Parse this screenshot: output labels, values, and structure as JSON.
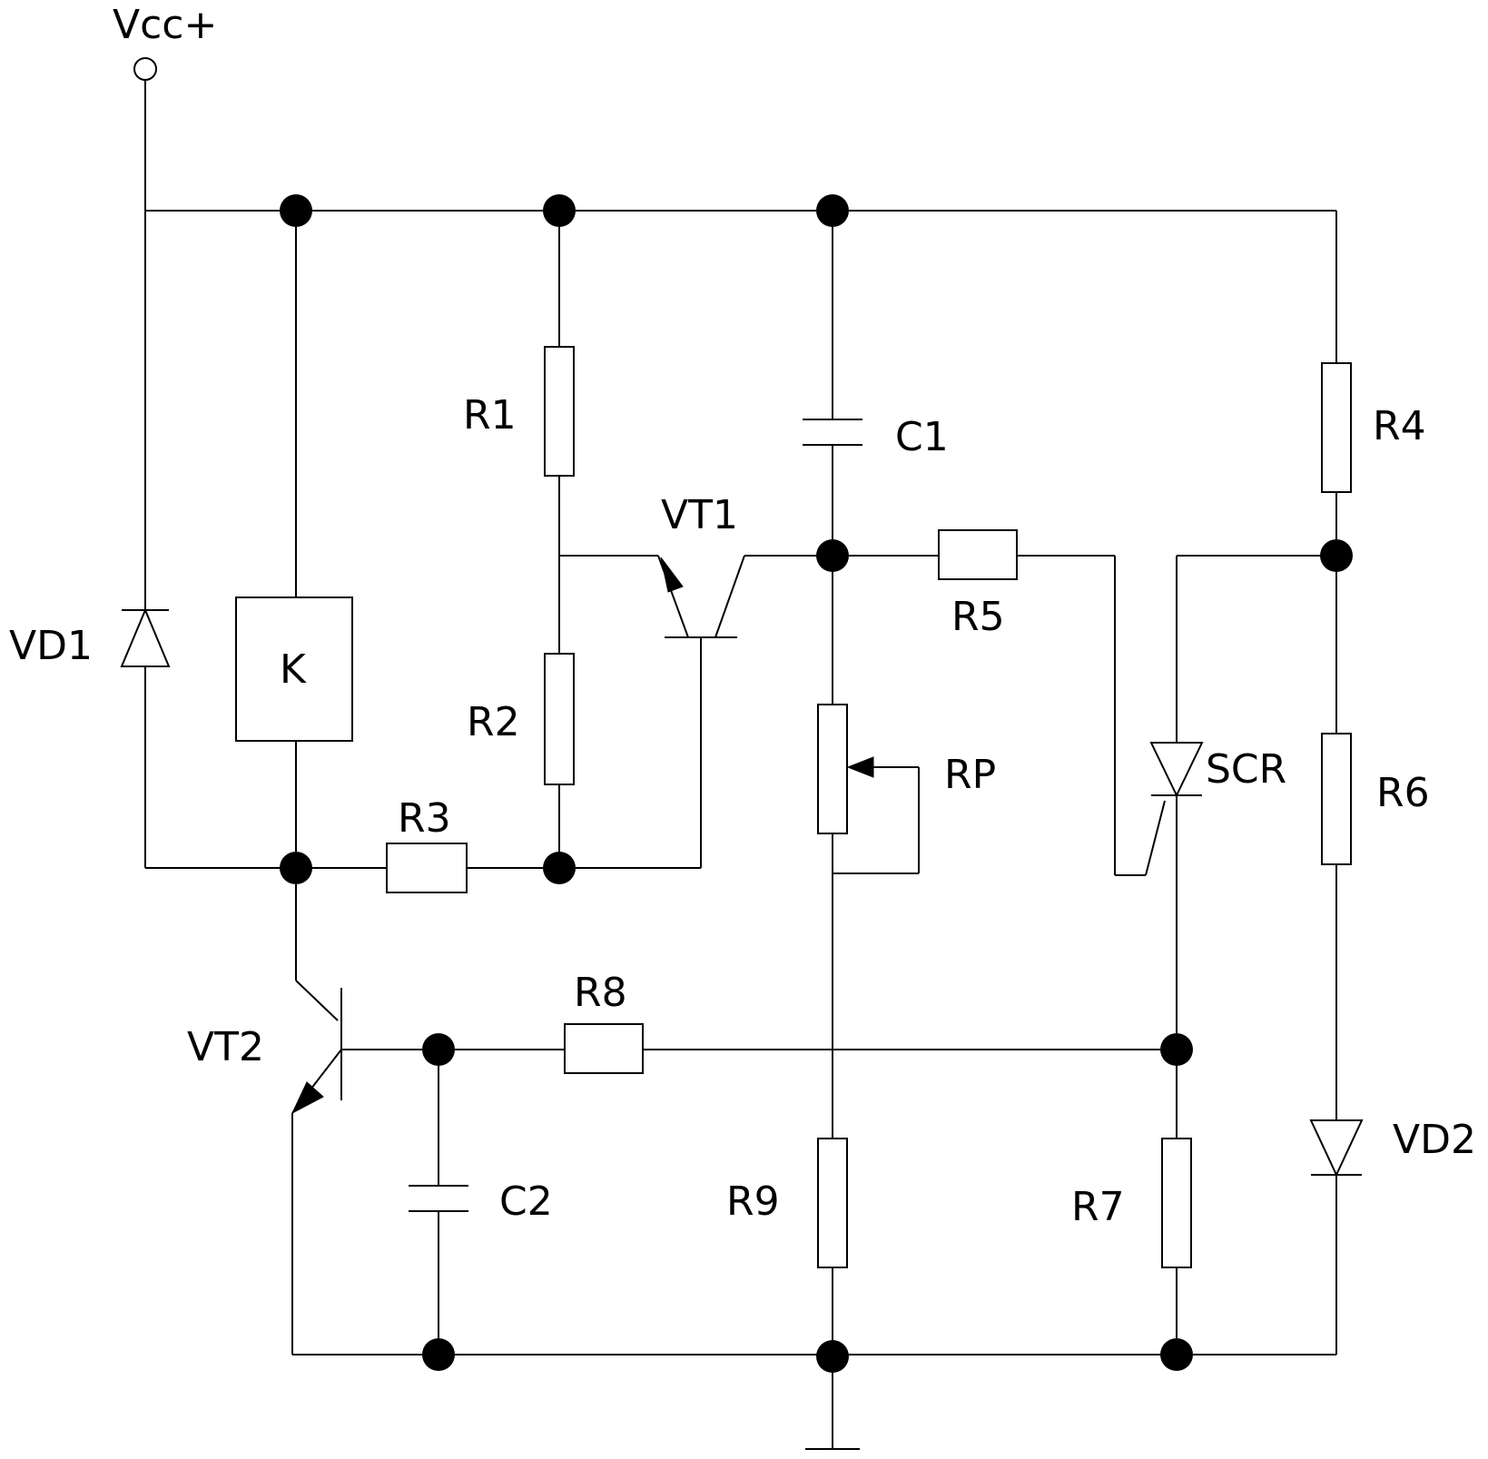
{
  "labels": {
    "vcc": "Vcc+",
    "k": "K",
    "r1": "R1",
    "r2": "R2",
    "r3": "R3",
    "r4": "R4",
    "r5": "R5",
    "r6": "R6",
    "r7": "R7",
    "r8": "R8",
    "r9": "R9",
    "rp": "RP",
    "c1": "C1",
    "c2": "C2",
    "vt1": "VT1",
    "vt2": "VT2",
    "vd1": "VD1",
    "vd2": "VD2",
    "scr": "SCR"
  }
}
